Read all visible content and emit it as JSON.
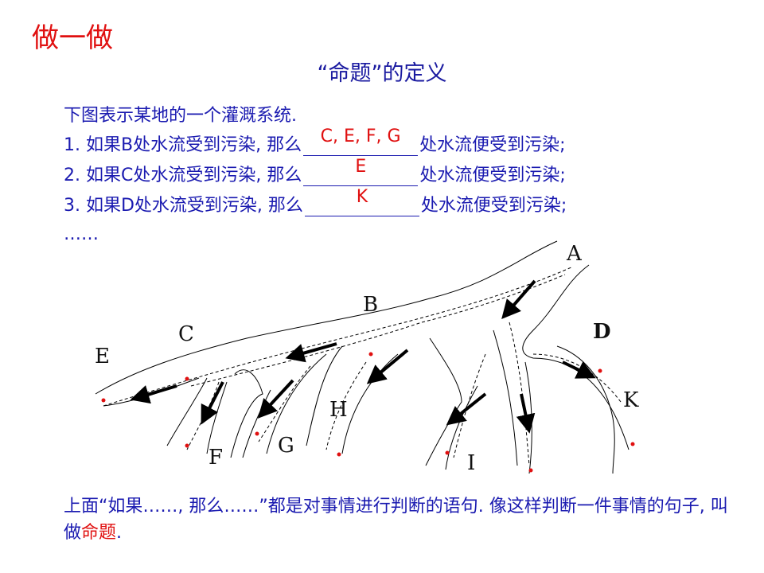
{
  "title": "做一做",
  "subtitle": "“命题”的定义",
  "intro": "下图表示某地的一个灌溉系统.",
  "questions": [
    {
      "prefix": "1. 如果B处水流受到污染, 那么",
      "answer": "C, E, F, G",
      "suffix": "处水流便受到污染;"
    },
    {
      "prefix": "2. 如果C处水流受到污染, 那么",
      "answer": "E",
      "suffix": "处水流便受到污染;"
    },
    {
      "prefix": "3. 如果D处水流受到污染, 那么",
      "answer": "K",
      "suffix": "处水流便受到污染;"
    }
  ],
  "ellipsis": "……",
  "labels": {
    "A": "A",
    "B": "B",
    "C": "C",
    "D": "D",
    "E": "E",
    "F": "F",
    "G": "G",
    "H": "H",
    "I": "I",
    "K": "K"
  },
  "bottom": {
    "text1": "上面“如果……, 那么……”都是对事情进行判断的语句. 像这样判断一件事情的句子, 叫做",
    "highlight": "命题",
    "text2": "."
  },
  "colors": {
    "title": "#e01010",
    "body_text": "#1a1ab0",
    "answer": "#e01010",
    "dot": "#e01010"
  }
}
